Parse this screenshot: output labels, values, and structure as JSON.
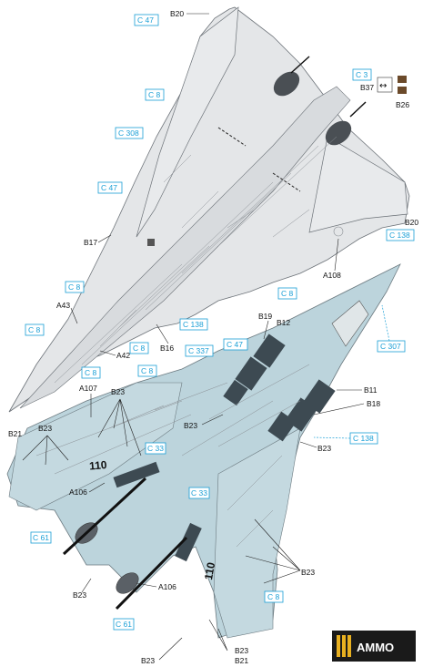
{
  "callouts_top": {
    "b20_top": "B20",
    "c47_top": "C 47",
    "c3": "C 3",
    "b37": "B37",
    "b26": "B26",
    "c8_a": "C 8",
    "c308": "C 308",
    "c47_mid": "C 47",
    "b17": "B17",
    "b20_right": "B20",
    "c138_right": "C 138",
    "a108": "A108",
    "c8_b": "C 8",
    "c8_c": "C 8",
    "a43": "A43",
    "c8_d": "C 8",
    "c138_mid": "C 138",
    "b16": "B16",
    "c8_e": "C 8",
    "a42": "A42",
    "c8_f": "C 8"
  },
  "callouts_bottom": {
    "b19": "B19",
    "b12": "B12",
    "c307": "C 307",
    "c47": "C 47",
    "c337": "C 337",
    "c8_g": "C 8",
    "a107": "A107",
    "b23_a": "B23",
    "b11": "B11",
    "b18": "B18",
    "b21_left": "B21",
    "b23_b": "B23",
    "b23_c": "B23",
    "c33": "C 33",
    "c138": "C 138",
    "b23_d": "B23",
    "a106_a": "A106",
    "c33_b": "C 33",
    "c61_a": "C 61",
    "b23_e": "B23",
    "b23_f": "B23",
    "a106_b": "A106",
    "c8_h": "C 8",
    "c61_b": "C 61",
    "b23_g": "B23",
    "b23_h": "B23",
    "b21_bottom": "B21"
  },
  "markings": {
    "modex_1": "110",
    "modex_2": "110"
  },
  "logo": {
    "text": "AMMO"
  },
  "colors": {
    "light_gull_gray": "#e4e6e8",
    "pale_blue": "#bcd4dc",
    "dark_panel": "#3d4a52",
    "callout_blue": "#1a9fd6",
    "logo_bg": "#1a1a1a"
  }
}
